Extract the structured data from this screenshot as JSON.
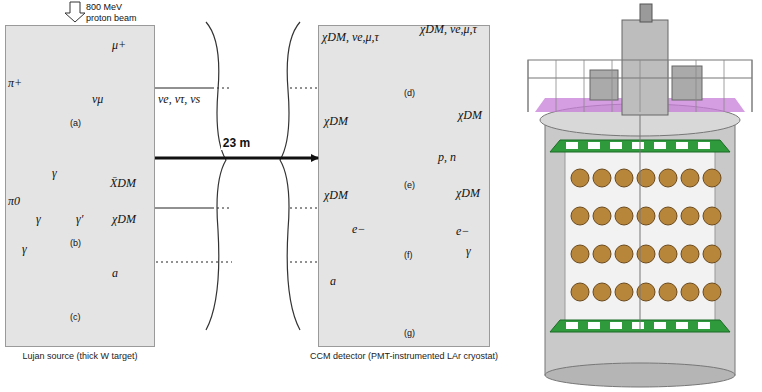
{
  "diagram": {
    "nodes": [
      {
        "text": [
          "Lujan source (thick W target)"
        ]
      },
      {
        "text": [
          "CCM detector (PMT-instrumented LAr cryostat)"
        ]
      }
    ],
    "edges": [
      {
        "from": 0,
        "to": 1,
        "arrow": "to",
        "label": "23 m"
      }
    ],
    "labels": [
      "800 MeV proton beam",
      "μ+",
      "π+",
      "νμ",
      "νe, ντ, νs",
      "(a)",
      "π0",
      "γ",
      "γ",
      "γ′",
      "X̄DM",
      "χDM",
      "(b)",
      "γ",
      "a",
      "(c)",
      "χDM, νe,μ,τ",
      "χDM, νe,μ,τ",
      "(d)",
      "χDM",
      "χDM",
      "p, n",
      "(e)",
      "χDM",
      "e−",
      "χDM",
      "e−",
      "(f)",
      "a",
      "γ",
      "(g)"
    ]
  }
}
